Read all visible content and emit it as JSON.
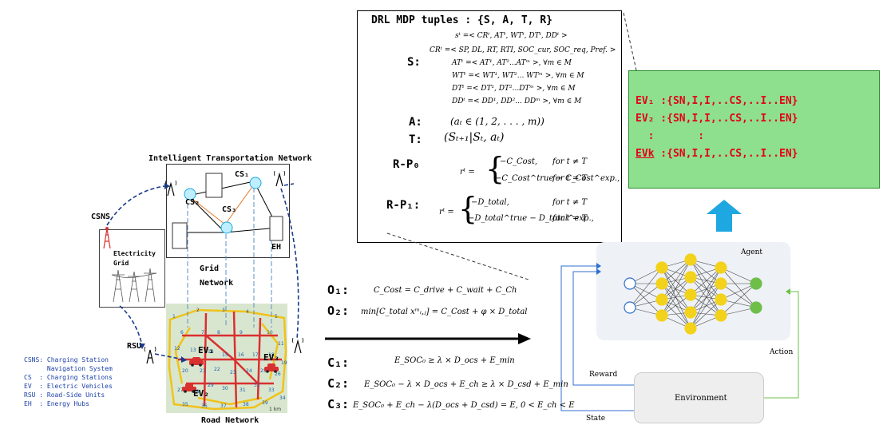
{
  "mdp": {
    "title": "DRL MDP tuples : {S, A, T, R}",
    "s_label": "S:",
    "s_lines": [
      "sᵗ =< CRᵗ, ATᵗ, WTᵗ, DTᵗ, DDᵗ >",
      "CRᵗ =< SP, DL, RT, RTI, SOC_cur, SOC_req, Pref. >",
      "ATᵗ =< AT¹, AT²...ATᵐ >, ∀m ∈ M",
      "WTᵗ =< WT¹, WT²... WTᵐ >, ∀m ∈ M",
      "DTᵗ =< DT¹, DT²...DTᵐ >, ∀m ∈ M",
      "DDᵗ =< DD¹, DD²... DDᵐ >, ∀m ∈ M"
    ],
    "a_label": "A:",
    "a_eq": "(aₜ ∈ (1, 2, . . . , m))",
    "t_label": "T:",
    "t_eq": "(Sₜ₊₁|Sₜ, aₜ)",
    "rp0_label": "R-P₀",
    "rp0_lhs": "rᵗ =",
    "rp0_case1": "−C_Cost,",
    "rp0_cond1": "for t ≠ T",
    "rp0_case2": "−C_Cost^true − C_Cost^exp.,",
    "rp0_cond2": "for t = T",
    "rp1_label": "R-P₁:",
    "rp1_lhs": "rᵗ =",
    "rp1_case1": "−D_total,",
    "rp1_cond1": "for t ≠ T",
    "rp1_case2": "−D_total^true − D_total^exp.,",
    "rp1_cond2": "for t = T"
  },
  "ev": {
    "line1": "EV₁ :{SN,I,I,..CS,..I..EN}",
    "line2": "EV₂ :{SN,I,I,..CS,..I..EN}",
    "line3": "  :       :",
    "line4_label": "EVk",
    "line4_rest": " :{SN,I,I,..CS,..I..EN}"
  },
  "objectives": {
    "o1_label": "O₁:",
    "o1_eq": "C_Cost = C_drive + C_wait + C_Ch",
    "o2_label": "O₂:",
    "o2_eq": "min[C_total xᵐᵢ,ⱼ] = C_Cost + φ × D_total"
  },
  "constraints": {
    "c1_label": "C₁:",
    "c1_eq": "E_SOC₀ ≥ λ × D_ocs + E_min",
    "c2_label": "C₂:",
    "c2_eq": "E_SOC₀ − λ × D_ocs + E_ch ≥ λ × D_csd + E_min",
    "c3_label": "C₃:",
    "c3_eq": "E_SOC₀ + E_ch − λ(D_ocs + D_csd) = E, 0 < E_ch < E"
  },
  "network": {
    "itn_title": "Intelligent Transportation Network",
    "cs1": "CS₁",
    "cs2": "CS₂",
    "cs3": "CS₃",
    "eh": "EH",
    "grid_label_1": "Grid",
    "grid_label_2": "Network",
    "csns": "CSNS",
    "electricity_grid_1": "Electricity",
    "electricity_grid_2": "Grid",
    "rsu": "RSU",
    "ev1": "EV₁",
    "ev2": "EV₂",
    "ev3": "EV₃",
    "road_network": "Road Network",
    "map_scale": "1 km",
    "node_numbers": [
      "1",
      "2",
      "3",
      "4",
      "5",
      "6",
      "7",
      "8",
      "9",
      "10",
      "11",
      "12",
      "13",
      "14",
      "15",
      "16",
      "17",
      "18",
      "19",
      "20",
      "21",
      "22",
      "23",
      "24",
      "25",
      "26",
      "27",
      "28",
      "29",
      "30",
      "31",
      "32",
      "33",
      "34",
      "35",
      "36",
      "37",
      "38",
      "39"
    ]
  },
  "legend": {
    "l1": "CSNS: Charging Station",
    "l2": "      Navigation System",
    "l3": "CS  : Charging Stations",
    "l4": "EV  : Electric Vehicles",
    "l5": "RSU : Road-Side Units",
    "l6": "EH  : Energy Hubs"
  },
  "rl": {
    "agent": "Agent",
    "environment": "Environment",
    "action": "Action",
    "reward": "Reward",
    "state": "State"
  },
  "colors": {
    "ev_box_fill": "#8ee08e",
    "ev_text": "#e3001a",
    "up_arrow": "#1ea7e1",
    "legend_text": "#1b3fa8",
    "nn_input": "#2f6fd0",
    "nn_hidden": "#f3d21c",
    "nn_output": "#6dbf4a",
    "road_red": "#d93030",
    "road_yellow": "#f0c21a",
    "link_blue": "#1b3a8a"
  }
}
